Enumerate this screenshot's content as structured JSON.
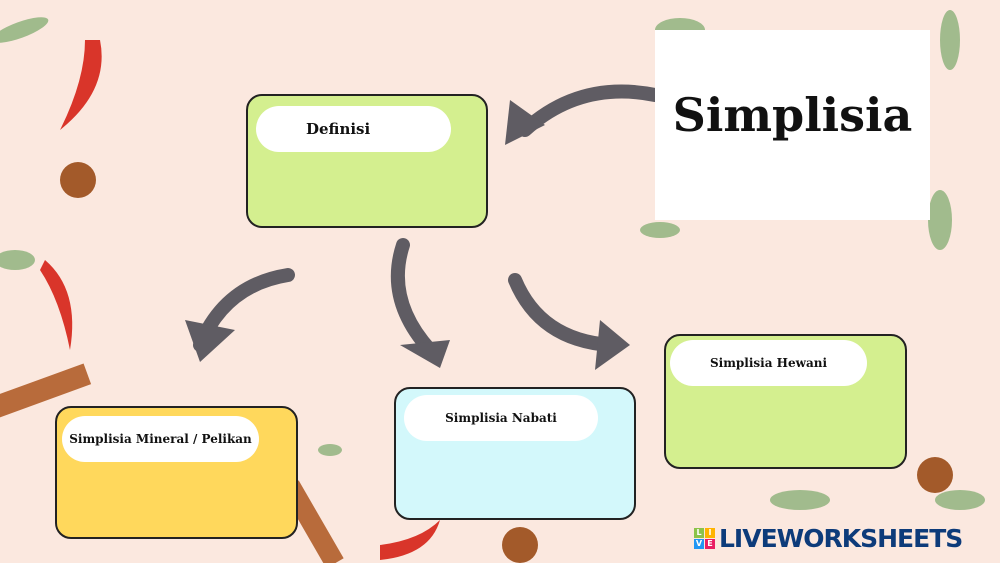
{
  "title": "Simplisia",
  "boxes": {
    "definisi": {
      "label": "Definisi",
      "color": "#d4ef8f"
    },
    "mineral": {
      "label": "Simplisia Mineral / Pelikan",
      "color": "#ffd85c"
    },
    "nabati": {
      "label": "Simplisia Nabati",
      "color": "#d3f8fb"
    },
    "hewani": {
      "label": "Simplisia Hewani",
      "color": "#d4ef8f"
    }
  },
  "logo": {
    "letters": [
      "L",
      "I",
      "V",
      "E"
    ],
    "text": "LIVEWORKSHEETS"
  }
}
